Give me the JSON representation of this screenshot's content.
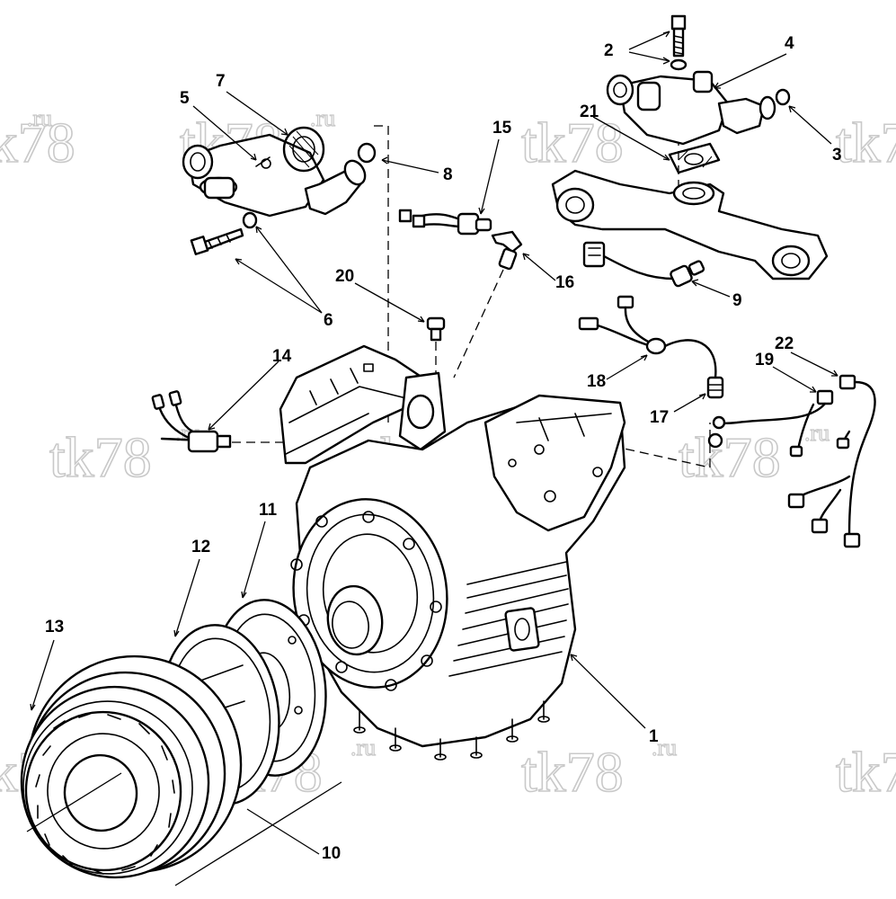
{
  "callouts": [
    {
      "id": "c1",
      "label": "1"
    },
    {
      "id": "c2",
      "label": "2"
    },
    {
      "id": "c3",
      "label": "3"
    },
    {
      "id": "c4",
      "label": "4"
    },
    {
      "id": "c5",
      "label": "5"
    },
    {
      "id": "c6",
      "label": "6"
    },
    {
      "id": "c7",
      "label": "7"
    },
    {
      "id": "c8",
      "label": "8"
    },
    {
      "id": "c9",
      "label": "9"
    },
    {
      "id": "c10",
      "label": "10"
    },
    {
      "id": "c11",
      "label": "11"
    },
    {
      "id": "c12",
      "label": "12"
    },
    {
      "id": "c13",
      "label": "13"
    },
    {
      "id": "c14",
      "label": "14"
    },
    {
      "id": "c15",
      "label": "15"
    },
    {
      "id": "c16",
      "label": "16"
    },
    {
      "id": "c17",
      "label": "17"
    },
    {
      "id": "c18",
      "label": "18"
    },
    {
      "id": "c19",
      "label": "19"
    },
    {
      "id": "c20",
      "label": "20"
    },
    {
      "id": "c21",
      "label": "21"
    },
    {
      "id": "c22",
      "label": "22"
    }
  ],
  "watermark": {
    "main": "tk78",
    "suffix": ".ru"
  }
}
